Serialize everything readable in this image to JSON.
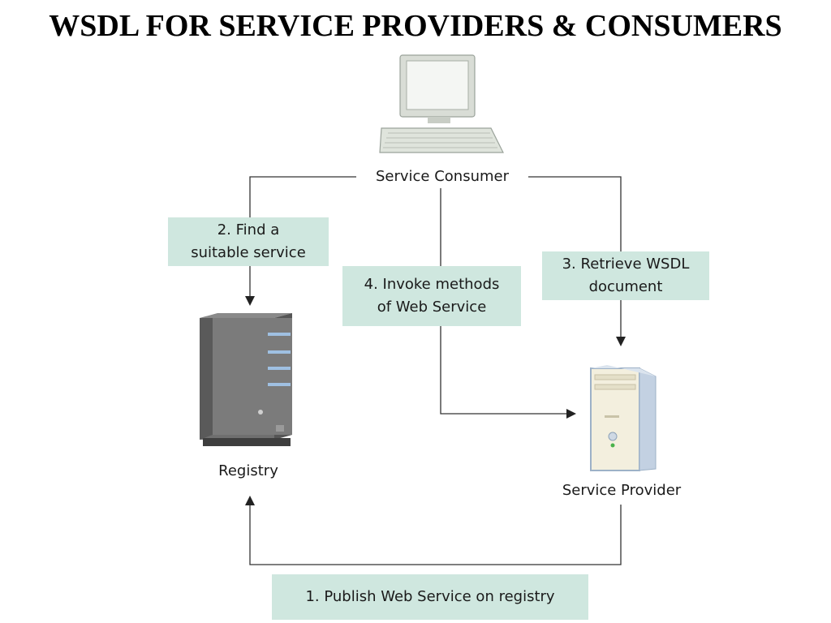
{
  "title": "WSDL FOR SERVICE PROVIDERS & CONSUMERS",
  "nodes": {
    "consumer": "Service Consumer",
    "registry": "Registry",
    "provider": "Service Provider"
  },
  "steps": {
    "find": [
      "2. Find a",
      "suitable service"
    ],
    "invoke": [
      "4. Invoke methods",
      "of Web Service"
    ],
    "retrieve": [
      "3. Retrieve WSDL",
      "document"
    ],
    "publish": "1. Publish Web Service on registry"
  },
  "colors": {
    "step_box": "#cfe7df",
    "line": "#333333"
  }
}
